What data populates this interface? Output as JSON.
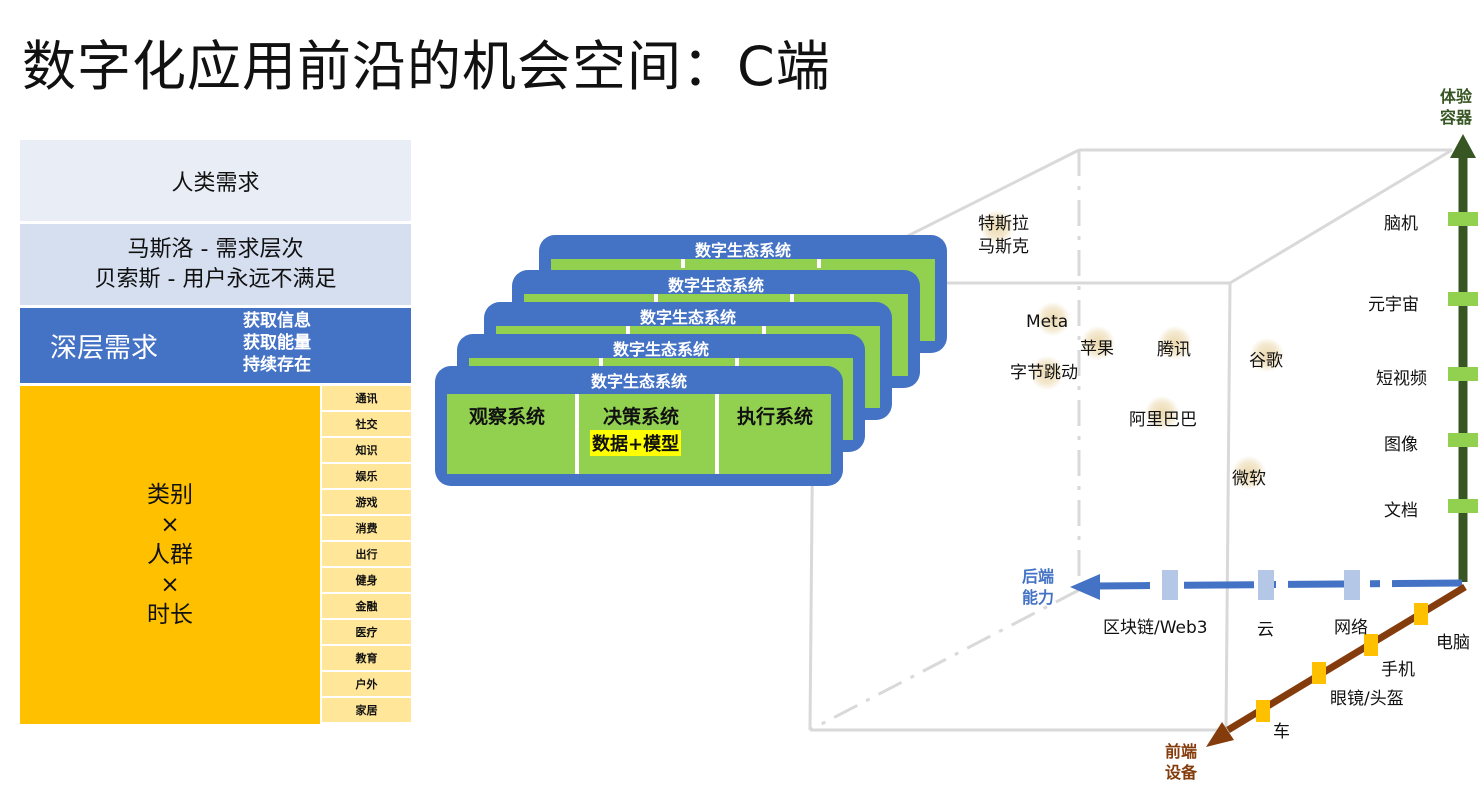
{
  "title": "数字化应用前沿的机会空间：C端",
  "left_panel": {
    "human_needs": "人类需求",
    "maslow": "马斯洛 - 需求层次",
    "bezos": "贝索斯 - 用户永远不满足",
    "deep_needs": "深层需求",
    "deep_items": [
      "获取信息",
      "获取能量",
      "持续存在"
    ],
    "category_lines": [
      "类别",
      "×",
      "人群",
      "×",
      "时长"
    ],
    "categories": [
      "通讯",
      "社交",
      "知识",
      "娱乐",
      "游戏",
      "消费",
      "出行",
      "健身",
      "金融",
      "医疗",
      "教育",
      "户外",
      "家居"
    ]
  },
  "ecosystem": {
    "header": "数字生态系统",
    "observe": "观察系统",
    "decide": "决策系统",
    "data_model": "数据+模型",
    "execute": "执行系统"
  },
  "cube": {
    "companies": {
      "tesla": "特斯拉",
      "musk": "马斯克",
      "meta": "Meta",
      "apple": "苹果",
      "tencent": "腾讯",
      "google": "谷歌",
      "bytedance": "字节跳动",
      "alibaba": "阿里巴巴",
      "microsoft": "微软"
    },
    "vertical_axis": {
      "name": "体验容器",
      "name_lines": [
        "体验",
        "容器"
      ],
      "color": "#375623",
      "items": [
        "脑机",
        "元宇宙",
        "短视频",
        "图像",
        "文档"
      ]
    },
    "horizontal_axis": {
      "name_lines": [
        "后端",
        "能力"
      ],
      "color": "#4472c4",
      "items": [
        "区块链/Web3",
        "云",
        "网络"
      ]
    },
    "depth_axis": {
      "name_lines": [
        "前端",
        "设备"
      ],
      "color": "#843c0c",
      "items": [
        "电脑",
        "手机",
        "眼镜/头盔",
        "车"
      ]
    }
  }
}
